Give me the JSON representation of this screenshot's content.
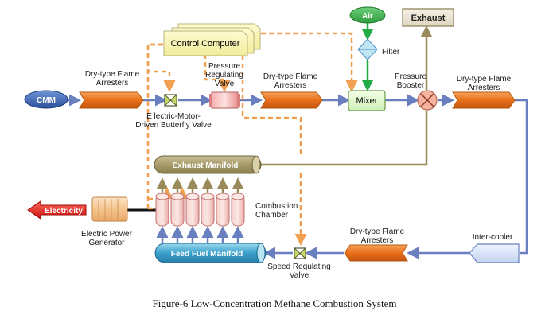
{
  "caption": "Figure-6 Low-Concentration Methane Combustion System",
  "nodes": {
    "cmm": "CMM",
    "air": "Air",
    "exhaust": "Exhaust",
    "control_computer": "Control Computer",
    "filter": "Filter",
    "mixer": "Mixer",
    "electricity": "Electricity",
    "exhaust_manifold": "Exhaust Manifold",
    "feed_fuel_manifold": "Feed Fuel Manifold"
  },
  "labels": {
    "arrester_1": [
      "Dry-type Flame",
      "Arresters"
    ],
    "arrester_2": [
      "Dry-type Flame",
      "Arresters"
    ],
    "arrester_3": [
      "Dry-type Flame",
      "Arresters"
    ],
    "arrester_4": [
      "Dry-type Flame",
      "Arresters"
    ],
    "pressure_regulating_valve": [
      "Pressure",
      "Regulating",
      "Valve"
    ],
    "pressure_booster": [
      "Pressure",
      "Booster"
    ],
    "butterfly_valve": [
      "E lectric-Motor-",
      "Driven Butterfly Valve"
    ],
    "combustion_chamber": [
      "Combustion",
      "Chamber"
    ],
    "generator": [
      "Electric Power",
      "Generator"
    ],
    "intercooler": "Inter-cooler",
    "speed_valve": [
      "Speed Regulating",
      "Valve"
    ]
  },
  "colors": {
    "orange_dash": "#f0a050",
    "blue_flow": "#6a7fc0",
    "olive_flow": "#9a8a5a",
    "green_flow": "#22aa44",
    "arrester_orange": "#e8701a",
    "cmm_blue": "#2a4f9a",
    "electricity_red": "#e02020"
  }
}
